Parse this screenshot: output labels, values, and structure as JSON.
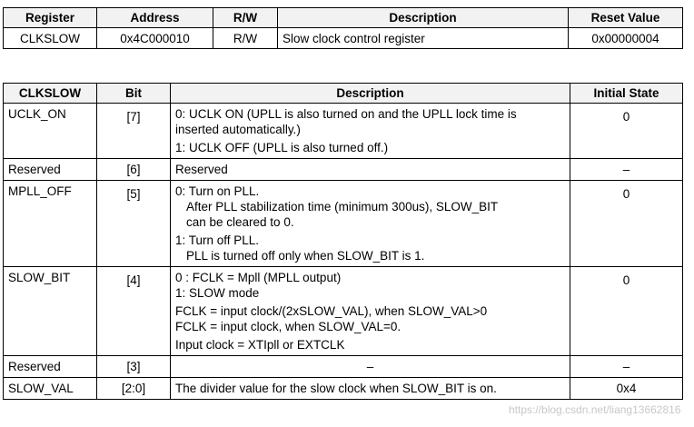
{
  "register_table": {
    "headers": [
      "Register",
      "Address",
      "R/W",
      "Description",
      "Reset Value"
    ],
    "row": {
      "register": "CLKSLOW",
      "address": "0x4C000010",
      "rw": "R/W",
      "description": "Slow clock control register",
      "reset": "0x00000004"
    }
  },
  "bit_table": {
    "headers": [
      "CLKSLOW",
      "Bit",
      "Description",
      "Initial State"
    ],
    "rows": [
      {
        "name": "UCLK_ON",
        "bit": "[7]",
        "initial": "0",
        "lines": [
          "0: UCLK ON (UPLL is also turned on and the UPLL lock time is",
          "inserted automatically.)",
          "1: UCLK OFF (UPLL is also turned off.)"
        ]
      },
      {
        "name": "Reserved",
        "bit": "[6]",
        "initial": "–",
        "lines": [
          "Reserved"
        ]
      },
      {
        "name": "MPLL_OFF",
        "bit": "[5]",
        "initial": "0",
        "lines": [
          "0: Turn on PLL.",
          "After PLL stabilization time (minimum 300us), SLOW_BIT",
          "can be cleared to 0.",
          "1: Turn off PLL.",
          "PLL is turned off only when SLOW_BIT is 1."
        ]
      },
      {
        "name": "SLOW_BIT",
        "bit": "[4]",
        "initial": "0",
        "lines": [
          "0 : FCLK = Mpll (MPLL output)",
          "1: SLOW mode",
          "FCLK = input clock/(2xSLOW_VAL), when SLOW_VAL>0",
          "FCLK = input clock, when SLOW_VAL=0.",
          "Input clock = XTIpll or EXTCLK"
        ]
      },
      {
        "name": "Reserved",
        "bit": "[3]",
        "initial": "–",
        "lines": [
          "–"
        ]
      },
      {
        "name": "SLOW_VAL",
        "bit": "[2:0]",
        "initial": "0x4",
        "lines": [
          "The divider value for the slow clock when SLOW_BIT is on."
        ]
      }
    ]
  },
  "watermark": "https://blog.csdn.net/liang13662816"
}
